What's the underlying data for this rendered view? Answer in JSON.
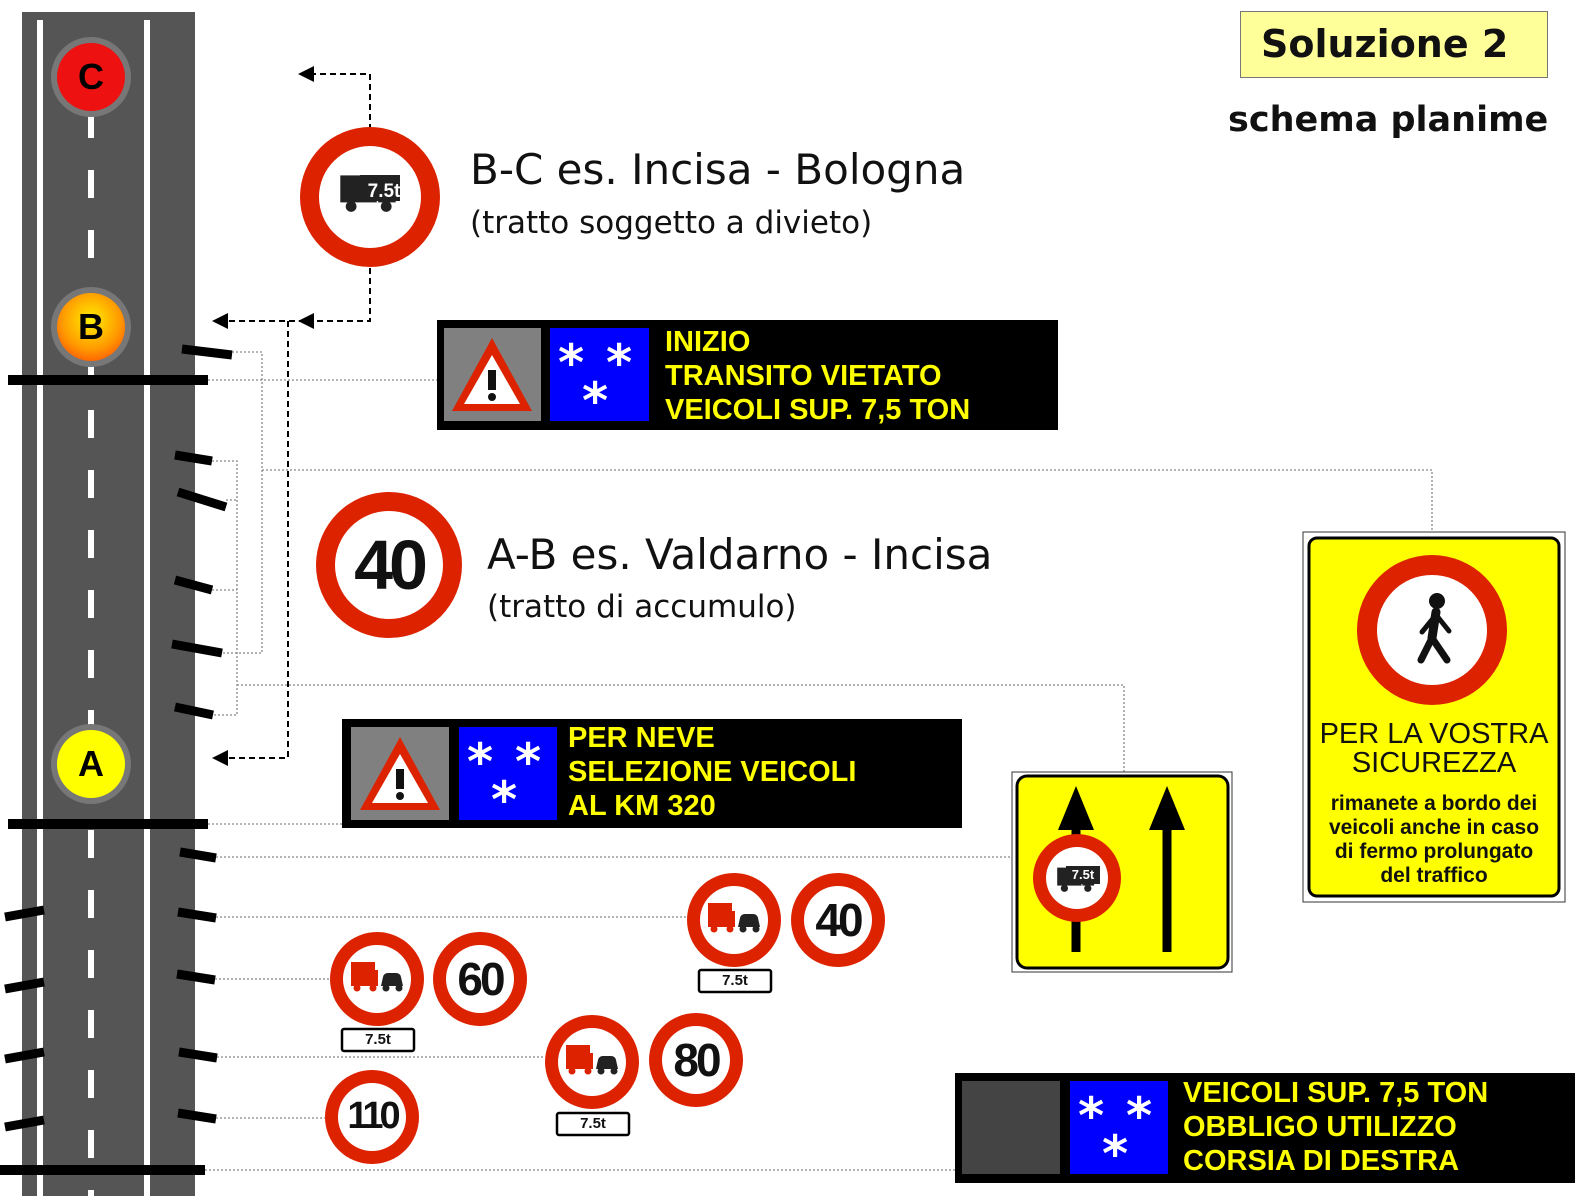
{
  "title": "Soluzione 2",
  "subtitle": "schema planime",
  "road": {
    "points": [
      {
        "label": "C",
        "color": "#ee1111"
      },
      {
        "label": "B",
        "color": "#ffa000"
      },
      {
        "label": "A",
        "color": "#ffff00"
      }
    ]
  },
  "segments": [
    {
      "label": "B-C es. Incisa - Bologna",
      "note": "(tratto soggetto a divieto)"
    },
    {
      "label": "A-B es. Valdarno - Incisa",
      "note": "(tratto di accumulo)"
    }
  ],
  "vms_panels": [
    {
      "lines": [
        "INIZIO",
        "TRANSITO VIETATO",
        "VEICOLI SUP. 7,5 TON"
      ]
    },
    {
      "lines": [
        "PER NEVE",
        "SELEZIONE VEICOLI",
        "AL KM 320"
      ]
    },
    {
      "lines": [
        "VEICOLI SUP. 7,5 TON",
        "OBBLIGO UTILIZZO",
        "CORSIA DI DESTRA"
      ]
    }
  ],
  "signs": {
    "truck_ban_plate": "7.5t",
    "speed_limits": [
      "40",
      "60",
      "40",
      "80",
      "110"
    ],
    "plates": [
      "7.5t",
      "7.5t",
      "7.5t"
    ],
    "lane_sign_plate": "7.5t"
  },
  "safety_panel": {
    "heading_lines": [
      "PER LA VOSTRA",
      "SICUREZZA"
    ],
    "body_lines": [
      "rimanete a bordo dei",
      "veicoli anche in caso",
      "di fermo prolungato",
      "del traffico"
    ]
  },
  "colors": {
    "road": "#555555",
    "sign_red": "#dd2200",
    "vms_text": "#ffff00",
    "snow_blue": "#0000ff",
    "title_bg": "#ffff99"
  }
}
